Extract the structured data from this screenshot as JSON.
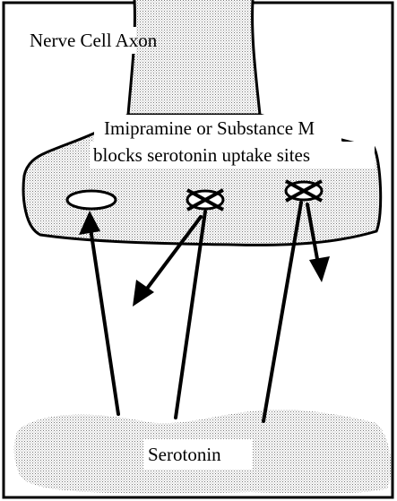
{
  "labels": {
    "axon": "Nerve Cell Axon",
    "blocker_line1": "Imipramine or Substance M",
    "blocker_line2": "blocks serotonin uptake sites",
    "serotonin": "Serotonin"
  },
  "sites": [
    {
      "id": "open-site",
      "state": "open"
    },
    {
      "id": "blocked-site-1",
      "state": "blocked"
    },
    {
      "id": "blocked-site-2",
      "state": "blocked"
    }
  ],
  "colors": {
    "ink": "#000000",
    "stipple": "#9a9a9a",
    "background": "#ffffff"
  }
}
